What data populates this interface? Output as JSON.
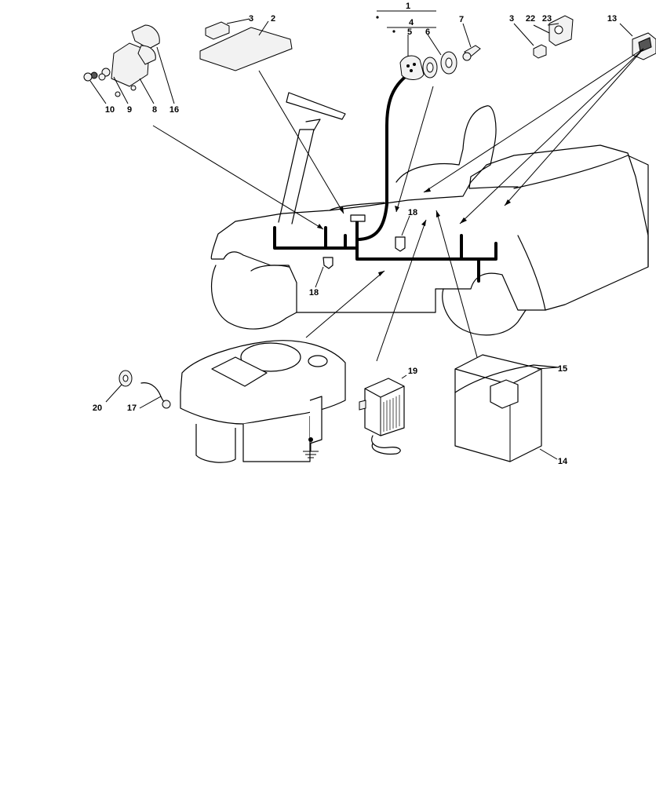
{
  "diagram": {
    "callouts": [
      {
        "id": "c1",
        "text": "1"
      },
      {
        "id": "c4",
        "text": "4"
      },
      {
        "id": "c5",
        "text": "5"
      },
      {
        "id": "c6",
        "text": "6"
      },
      {
        "id": "c7",
        "text": "7"
      },
      {
        "id": "c3a",
        "text": "3"
      },
      {
        "id": "c2",
        "text": "2"
      },
      {
        "id": "c3b",
        "text": "3"
      },
      {
        "id": "c22",
        "text": "22"
      },
      {
        "id": "c23",
        "text": "23"
      },
      {
        "id": "c13",
        "text": "13"
      },
      {
        "id": "c10",
        "text": "10"
      },
      {
        "id": "c9",
        "text": "9"
      },
      {
        "id": "c8",
        "text": "8"
      },
      {
        "id": "c16",
        "text": "16"
      },
      {
        "id": "c18a",
        "text": "18"
      },
      {
        "id": "c18b",
        "text": "18"
      },
      {
        "id": "c19",
        "text": "19"
      },
      {
        "id": "c15",
        "text": "15"
      },
      {
        "id": "c14",
        "text": "14"
      },
      {
        "id": "c20",
        "text": "20"
      },
      {
        "id": "c17",
        "text": "17"
      }
    ]
  }
}
